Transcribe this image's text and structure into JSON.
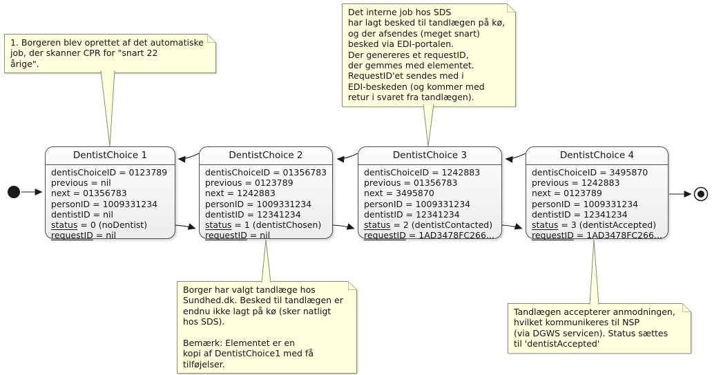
{
  "diagram_type": "uml-state-diagram",
  "colors": {
    "note_fill": "#FEFFDD",
    "note_border": "#8a8a6e",
    "state_fill_top": "#fcfcfc",
    "state_fill_bottom": "#ededed",
    "state_border": "#4d4d4d",
    "arrow": "#1a1a1a",
    "background": "#ffffff"
  },
  "states": [
    {
      "title": "DentistChoice 1",
      "lines": [
        {
          "key": "dentisChoiceID",
          "rest": " = 0123789"
        },
        {
          "key": "previous",
          "rest": " = nil"
        },
        {
          "key": "next",
          "rest": " = 01356783"
        },
        {
          "key": "personID",
          "rest": " = 1009331234"
        },
        {
          "key": "dentistID",
          "rest": " = nil"
        },
        {
          "key": "status",
          "rest": " = 0 (noDentist)"
        },
        {
          "key": "requestID",
          "rest": " = nil"
        }
      ]
    },
    {
      "title": "DentistChoice 2",
      "lines": [
        {
          "key": "dentisChoiceID",
          "rest": " = 01356783"
        },
        {
          "key": "previous",
          "rest": " = 0123789"
        },
        {
          "key": "next",
          "rest": " = 1242883"
        },
        {
          "key": "personID",
          "rest": " = 1009331234"
        },
        {
          "key": "dentistID",
          "rest": " = 12341234"
        },
        {
          "key": "status",
          "rest": " = 1 (dentistChosen)"
        },
        {
          "key": "requestID",
          "rest": " = nil"
        }
      ]
    },
    {
      "title": "DentistChoice 3",
      "lines": [
        {
          "key": "dentisChoiceID",
          "rest": " = 1242883"
        },
        {
          "key": "previous",
          "rest": " = 01356783"
        },
        {
          "key": "next",
          "rest": " = 3495870"
        },
        {
          "key": "personID",
          "rest": " = 1009331234"
        },
        {
          "key": "dentistID",
          "rest": " = 12341234"
        },
        {
          "key": "status",
          "rest": " = 2 (dentistContacted)"
        },
        {
          "key": "requestID",
          "rest": " = 1AD3478FC266..."
        }
      ]
    },
    {
      "title": "DentistChoice 4",
      "lines": [
        {
          "key": "dentisChoiceID",
          "rest": " = 3495870"
        },
        {
          "key": "previous",
          "rest": " = 1242883"
        },
        {
          "key": "next",
          "rest": " = 0123789"
        },
        {
          "key": "personID",
          "rest": " = 1009331234"
        },
        {
          "key": "dentistID",
          "rest": " = 12341234"
        },
        {
          "key": "status",
          "rest": " = 3 (dentistAccepted)"
        },
        {
          "key": "requestID",
          "rest": " = 1AD3478FC266..."
        }
      ]
    }
  ],
  "notes": [
    {
      "text": "1. Borgeren blev oprettet af det automatiske\njob, der skanner CPR for \"snart 22\nårige\"."
    },
    {
      "text": "Det interne job hos SDS\nhar lagt besked til tandlægen på kø,\nog der afsendes (meget snart)\nbesked via EDI-portalen.\nDer genereres et requestID,\nder gemmes med elementet.\nRequestID'et sendes med i\nEDI-beskeden (og kommer med\nretur i svaret fra tandlægen)."
    },
    {
      "text": "Borger har valgt tandlæge hos\nSundhed.dk. Besked til tandlægen er\nendnu ikke lagt på kø (sker natligt\nhos SDS).\n\nBemærk: Elementet er en\nkopi af DentistChoice1 med få\ntilføjelser."
    },
    {
      "text": "Tandlægen accepterer anmodningen,\nhvilket kommunikeres til NSP\n(via DGWS servicen). Status sættes\ntil 'dentistAccepted'"
    }
  ]
}
